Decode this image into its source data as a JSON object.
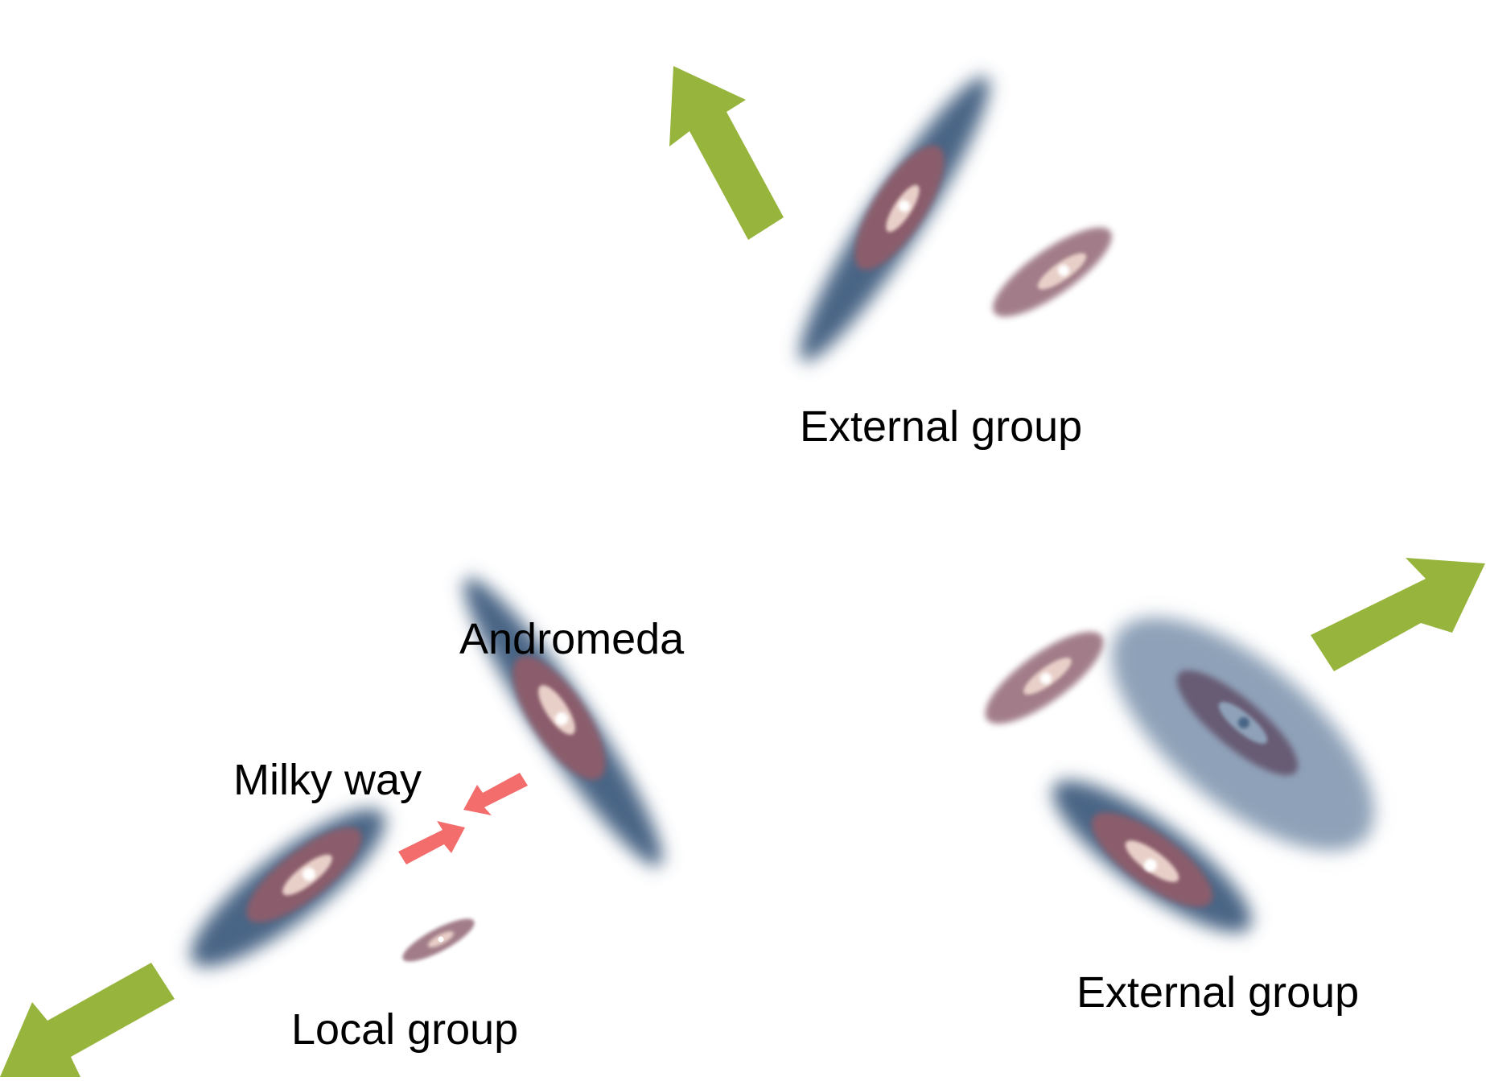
{
  "labels": {
    "external_group_top": "External group",
    "andromeda": "Andromeda",
    "milky_way": "Milky way",
    "local_group": "Local group",
    "external_group_right": "External group"
  },
  "colors": {
    "expansion_arrow": "#97b43d",
    "attraction_arrow": "#f46d6d",
    "halo": "#4a6585",
    "halo_light": "#8ea1b8",
    "disk": "#8b5d6c",
    "disk_dark": "#675b74",
    "core": "#e8cfc8",
    "nucleus": "#ffffff"
  },
  "icons": [
    "expansion-arrow-icon",
    "attraction-arrow-icon",
    "galaxy-icon"
  ]
}
